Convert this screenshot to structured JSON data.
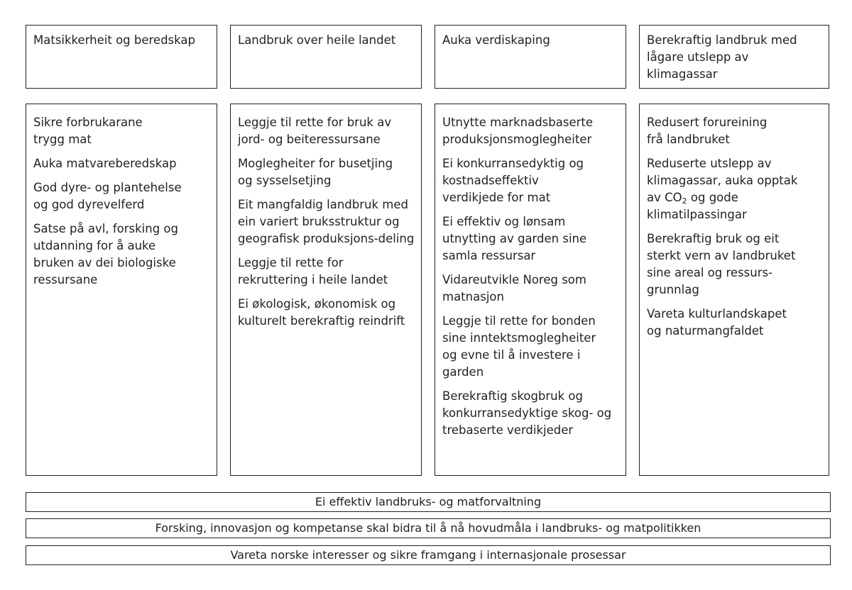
{
  "headers": [
    "Matsikkerheit og beredskap",
    "Landbruk over heile landet",
    "Auka verdiskaping",
    "Berekraftig landbruk med lågare utslepp av klimagassar"
  ],
  "columns": [
    [
      "Sikre forbrukarane trygg mat",
      "Auka matvareberedskap",
      "God dyre- og plantehelse og god dyrevelferd",
      "Satse på avl, forsking og utdanning for å auke bruken av dei biologiske ressursane"
    ],
    [
      "Leggje til rette for bruk av jord- og beiteressursane",
      "Moglegheiter for busetjing og sysselsetjing",
      "Eit mangfaldig landbruk med ein variert bruksstruktur og geografisk produksjons-deling",
      "Leggje til rette for rekruttering i heile landet",
      "Ei økologisk, økonomisk og kulturelt berekraftig reindrift"
    ],
    [
      "Utnytte marknadsbaserte produksjonsmoglegheiter",
      "Ei konkurransedyktig og kostnadseffektiv verdikjede for mat",
      "Ei effektiv og lønsam utnytting av garden sine samla ressursar",
      "Vidareutvikle Noreg som matnasjon",
      "Leggje til rette for bonden sine inntektsmoglegheiter og evne til å investere i garden",
      "Berekraftig skogbruk og konkurransedyktige skog- og trebaserte verdikjeder"
    ],
    [
      "Redusert forureining frå landbruket",
      {
        "pre": "Reduserte utslepp av klimagassar, auka opptak av CO",
        "sub": "2",
        "post": " og gode klimatilpassingar"
      },
      "Berekraftig bruk og eit sterkt vern av landbruket sine areal og ressurs-grunnlag",
      "Vareta kulturlandskapet og naturmangfaldet"
    ]
  ],
  "bars": [
    "Ei effektiv landbruks- og matforvaltning",
    "Forsking, innovasjon og kompetanse skal bidra til å nå hovudmåla i landbruks- og matpolitikken",
    "Vareta norske interesser og sikre framgang i internasjonale prosessar"
  ]
}
